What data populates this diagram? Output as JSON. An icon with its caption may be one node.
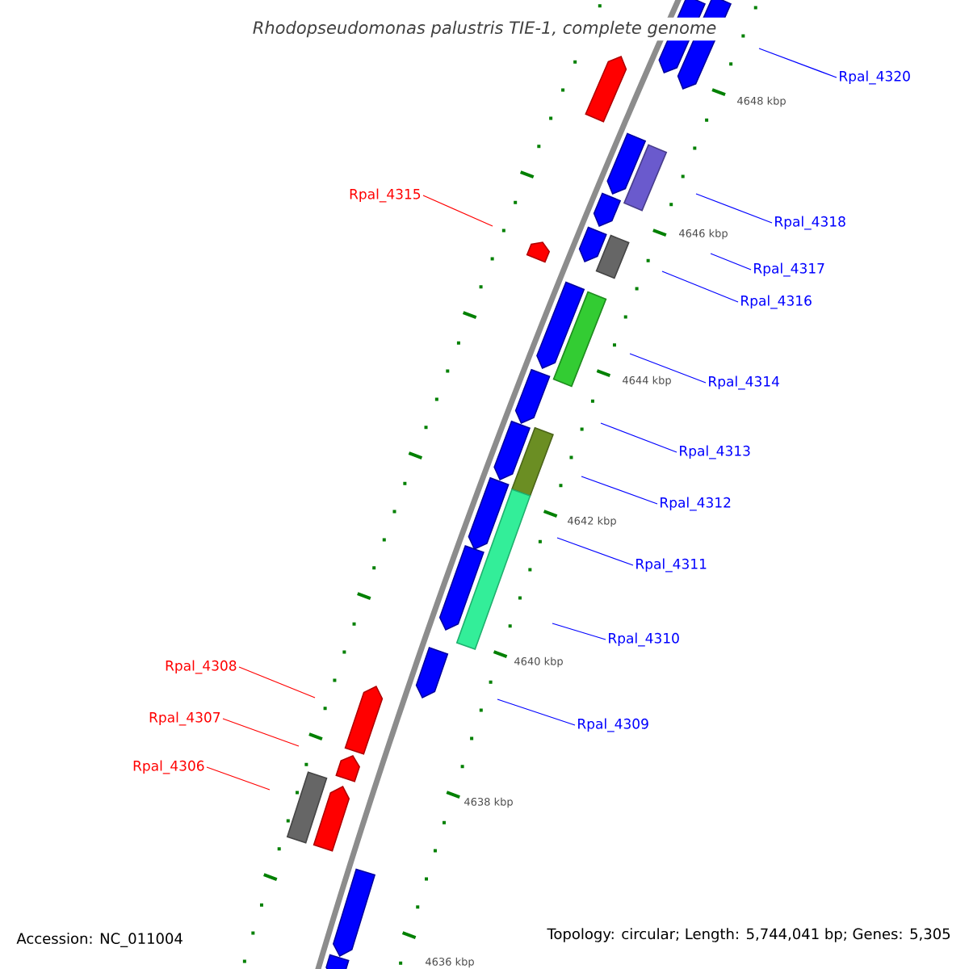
{
  "diagram": {
    "title": "Rhodopseudomonas palustris TIE-1, complete genome",
    "nodes": [
      {
        "text": [
          "Rpal_4320"
        ]
      },
      {
        "text": [
          "Rpal_4318"
        ]
      },
      {
        "text": [
          "Rpal_4315"
        ]
      },
      {
        "text": [
          "Rpal_4317"
        ]
      },
      {
        "text": [
          "Rpal_4316"
        ]
      },
      {
        "text": [
          "Rpal_4314"
        ]
      },
      {
        "text": [
          "Rpal_4313"
        ]
      },
      {
        "text": [
          "Rpal_4312"
        ]
      },
      {
        "text": [
          "Rpal_4311"
        ]
      },
      {
        "text": [
          "Rpal_4310"
        ]
      },
      {
        "text": [
          "Rpal_4308"
        ]
      },
      {
        "text": [
          "Rpal_4309"
        ]
      },
      {
        "text": [
          "Rpal_4307"
        ]
      },
      {
        "text": [
          "Rpal_4306"
        ]
      }
    ],
    "edges": [
      {
        "from": 0,
        "to": null,
        "arrow": "none"
      },
      {
        "from": 1,
        "to": null,
        "arrow": "none"
      },
      {
        "from": 2,
        "to": null,
        "arrow": "none",
        "color": "#ff0000"
      },
      {
        "from": 3,
        "to": null,
        "arrow": "none"
      },
      {
        "from": 4,
        "to": null,
        "arrow": "none"
      },
      {
        "from": 5,
        "to": null,
        "arrow": "none"
      },
      {
        "from": 6,
        "to": null,
        "arrow": "none"
      },
      {
        "from": 7,
        "to": null,
        "arrow": "none"
      },
      {
        "from": 8,
        "to": null,
        "arrow": "none"
      },
      {
        "from": 9,
        "to": null,
        "arrow": "none"
      },
      {
        "from": 10,
        "to": null,
        "arrow": "none",
        "color": "#ff0000"
      },
      {
        "from": 11,
        "to": null,
        "arrow": "none"
      },
      {
        "from": 12,
        "to": null,
        "arrow": "none",
        "color": "#ff0000"
      },
      {
        "from": 13,
        "to": null,
        "arrow": "none",
        "color": "#ff0000"
      }
    ],
    "labels": [
      "4648 kbp",
      "4646 kbp",
      "4644 kbp",
      "4642 kbp",
      "4640 kbp",
      "4638 kbp",
      "4636 kbp",
      "Accession: NC_011004",
      "Topology: circular; Length: 5,744,041 bp; Genes: 5,305"
    ]
  }
}
